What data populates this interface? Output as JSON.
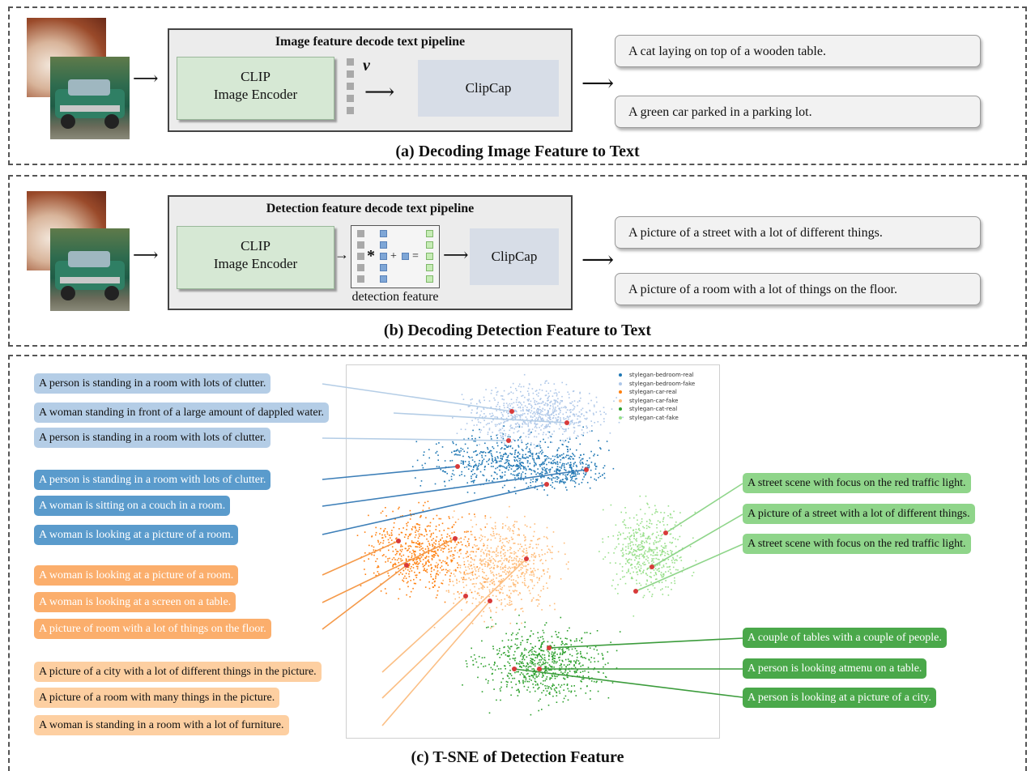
{
  "panel_a": {
    "pipeline_title": "Image feature decode text pipeline",
    "encoder_line1": "CLIP",
    "encoder_line2": "Image Encoder",
    "vector_symbol": "v",
    "decoder": "ClipCap",
    "captions": [
      "A cat laying on top of a wooden table.",
      "A green car parked in a parking lot."
    ],
    "title": "(a) Decoding Image Feature to Text"
  },
  "panel_b": {
    "pipeline_title": "Detection feature decode text pipeline",
    "encoder_line1": "CLIP",
    "encoder_line2": "Image Encoder",
    "op_multiply": "*",
    "op_plus": "+",
    "op_equals": "=",
    "feature_label": "detection feature",
    "decoder": "ClipCap",
    "captions": [
      "A picture of a street with a lot of different things.",
      "A picture of a room with a lot of things on the floor."
    ],
    "title": "(b) Decoding Detection Feature to Text"
  },
  "panel_c": {
    "title": "(c) T-SNE of Detection Feature",
    "legend": [
      {
        "name": "stylegan-bedroom-real",
        "color": "#1f77b4"
      },
      {
        "name": "stylegan-bedroom-fake",
        "color": "#aec7e8"
      },
      {
        "name": "stylegan-car-real",
        "color": "#ff7f0e"
      },
      {
        "name": "stylegan-car-fake",
        "color": "#ffbb78"
      },
      {
        "name": "stylegan-cat-real",
        "color": "#2ca02c"
      },
      {
        "name": "stylegan-cat-fake",
        "color": "#98df8a"
      }
    ],
    "left_labels": [
      {
        "text": "A person is standing in a room with lots of clutter.",
        "color": "#b4cde6"
      },
      {
        "text": "A woman standing in front of a large amount of dappled water.",
        "color": "#b4cde6"
      },
      {
        "text": "A person is standing in a room with lots of clutter.",
        "color": "#b4cde6"
      },
      {
        "text": "A person is standing in a room with lots of clutter.",
        "color": "#5a9bcc"
      },
      {
        "text": "A woman is sitting on a couch in a room.",
        "color": "#5a9bcc"
      },
      {
        "text": "A woman is looking at a picture of a room.",
        "color": "#5a9bcc"
      },
      {
        "text": "A woman is looking at a picture of a room.",
        "color": "#fbae6c"
      },
      {
        "text": "A woman is looking at a screen on a table.",
        "color": "#fbae6c"
      },
      {
        "text": "A picture of room with a lot of things on the floor.",
        "color": "#fbae6c"
      },
      {
        "text": "A picture of a city with a lot of different things in the picture.",
        "color": "#fdcfa1"
      },
      {
        "text": "A picture of a room with many things in the picture.",
        "color": "#fdcfa1"
      },
      {
        "text": "A woman is standing in a room with a lot of furniture.",
        "color": "#fdcfa1"
      }
    ],
    "right_labels": [
      {
        "text": "A street scene with focus on the red traffic light.",
        "color": "#8fd58a"
      },
      {
        "text": "A picture of a street with a lot of different things.",
        "color": "#8fd58a"
      },
      {
        "text": "A street scene with focus on the red traffic light.",
        "color": "#8fd58a"
      },
      {
        "text": "A couple of tables with a couple of people.",
        "color": "#4aa84a"
      },
      {
        "text": "A person is looking atmenu on a table.",
        "color": "#4aa84a"
      },
      {
        "text": "A person is looking at a picture of a city.",
        "color": "#4aa84a"
      }
    ]
  }
}
